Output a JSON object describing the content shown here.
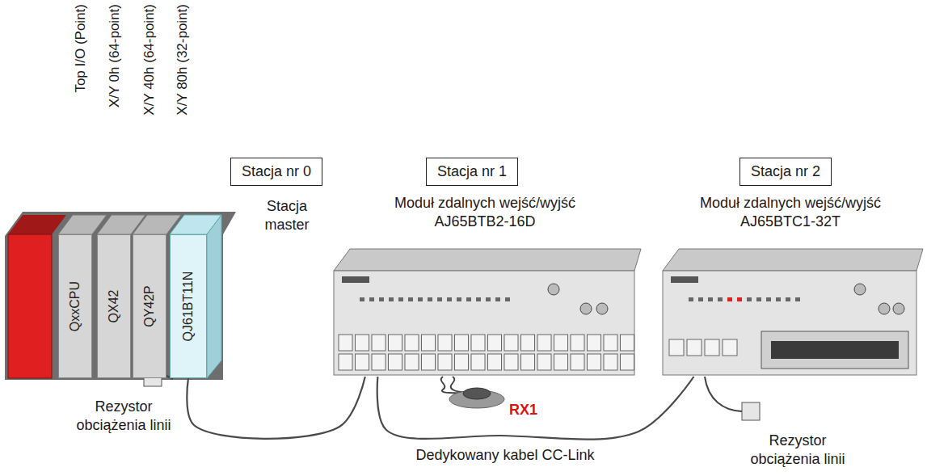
{
  "diagram": {
    "nodes": [
      {
        "text": [
          "Stacja nr 0"
        ]
      },
      {
        "text": [
          "Stacja nr 1"
        ]
      },
      {
        "text": [
          "Stacja nr 2"
        ]
      },
      {
        "text": [
          "QxxCPU"
        ]
      },
      {
        "text": [
          "QX42"
        ]
      },
      {
        "text": [
          "QY42P"
        ]
      },
      {
        "text": [
          "QJ61BT11N"
        ]
      },
      {
        "text": [
          "Moduł zdalnych wejść/wyjść AJ65BTB2-16D"
        ]
      },
      {
        "text": [
          "Moduł zdalnych wejść/wyjść AJ65BTC1-32T"
        ]
      }
    ],
    "edges": [
      {
        "from": 6,
        "to": 7,
        "arrow": "none"
      },
      {
        "from": 7,
        "to": 8,
        "arrow": "none"
      }
    ],
    "labels": [
      "Top I/O (Point)",
      "X/Y 0h (64-point)",
      "X/Y 40h (64-point)",
      "X/Y 80h (32-point)",
      "Stacja master",
      "RX1",
      "Rezystor obciążenia linii",
      "Dedykowany kabel CC-Link",
      "Rezystor obciążenia linii"
    ]
  }
}
